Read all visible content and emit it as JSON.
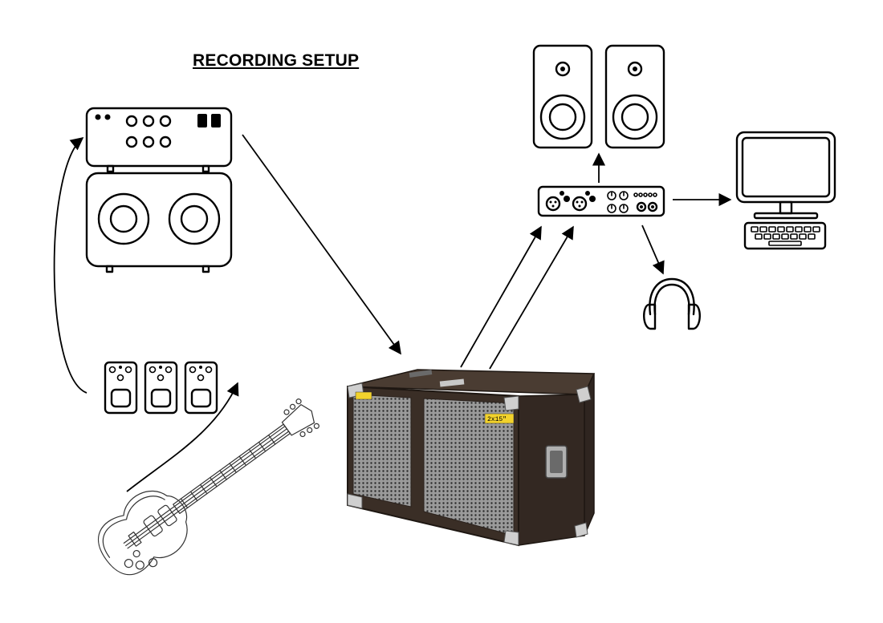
{
  "title": "RECORDING SETUP",
  "cabinet_badge": "2x15\"",
  "colors": {
    "line": "#000000",
    "cabinet_body": "#3a2e26",
    "grille": "#8a8a8a",
    "badge": "#f2d22c"
  },
  "icons": [
    "amp-head-icon",
    "speaker-cabinet-icon",
    "studio-monitor-icon",
    "audio-interface-icon",
    "computer-monitor-icon",
    "keyboard-icon",
    "headphones-icon",
    "effect-pedal-icon",
    "electric-guitar-icon",
    "bass-cabinet-photo"
  ]
}
